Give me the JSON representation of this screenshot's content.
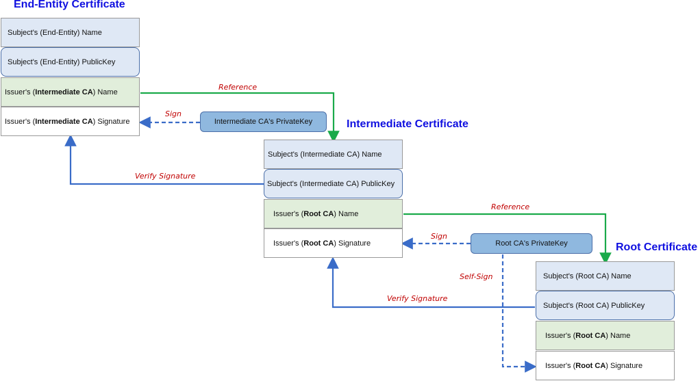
{
  "certificates": {
    "end_entity": {
      "title": "End-Entity Certificate",
      "subject_name": "Subject's (End-Entity) Name",
      "subject_key": "Subject's (End-Entity) PublicKey",
      "issuer_name_pre": "Issuer's (",
      "issuer_name_bold": "Intermediate CA",
      "issuer_name_post": ") Name",
      "issuer_sig_pre": "Issuer's (",
      "issuer_sig_bold": "Intermediate CA",
      "issuer_sig_post": ") Signature"
    },
    "intermediate": {
      "title": "Intermediate Certificate",
      "subject_name": "Subject's (Intermediate CA) Name",
      "subject_key": "Subject's (Intermediate CA) PublicKey",
      "issuer_name_pre": "Issuer's (",
      "issuer_name_bold": "Root CA",
      "issuer_name_post": ") Name",
      "issuer_sig_pre": "Issuer's (",
      "issuer_sig_bold": "Root CA",
      "issuer_sig_post": ") Signature"
    },
    "root": {
      "title": "Root Certificate",
      "subject_name": "Subject's (Root CA) Name",
      "subject_key": "Subject's (Root CA) PublicKey",
      "issuer_name_pre": "Issuer's (",
      "issuer_name_bold": "Root CA",
      "issuer_name_post": ") Name",
      "issuer_sig_pre": "Issuer's (",
      "issuer_sig_bold": "Root CA",
      "issuer_sig_post": ") Signature"
    }
  },
  "private_keys": {
    "intermediate": "Intermediate CA's PrivateKey",
    "root": "Root CA's PrivateKey"
  },
  "edge_labels": {
    "reference_1": "Reference",
    "sign_1": "Sign",
    "verify_1": "Verify Signature",
    "reference_2": "Reference",
    "sign_2": "Sign",
    "self_sign": "Self-Sign",
    "verify_2": "Verify Signature"
  },
  "colors": {
    "title": "#1010e0",
    "reference_line": "#1aaa4a",
    "sign_line": "#3a6cc8",
    "label": "#c00000"
  }
}
